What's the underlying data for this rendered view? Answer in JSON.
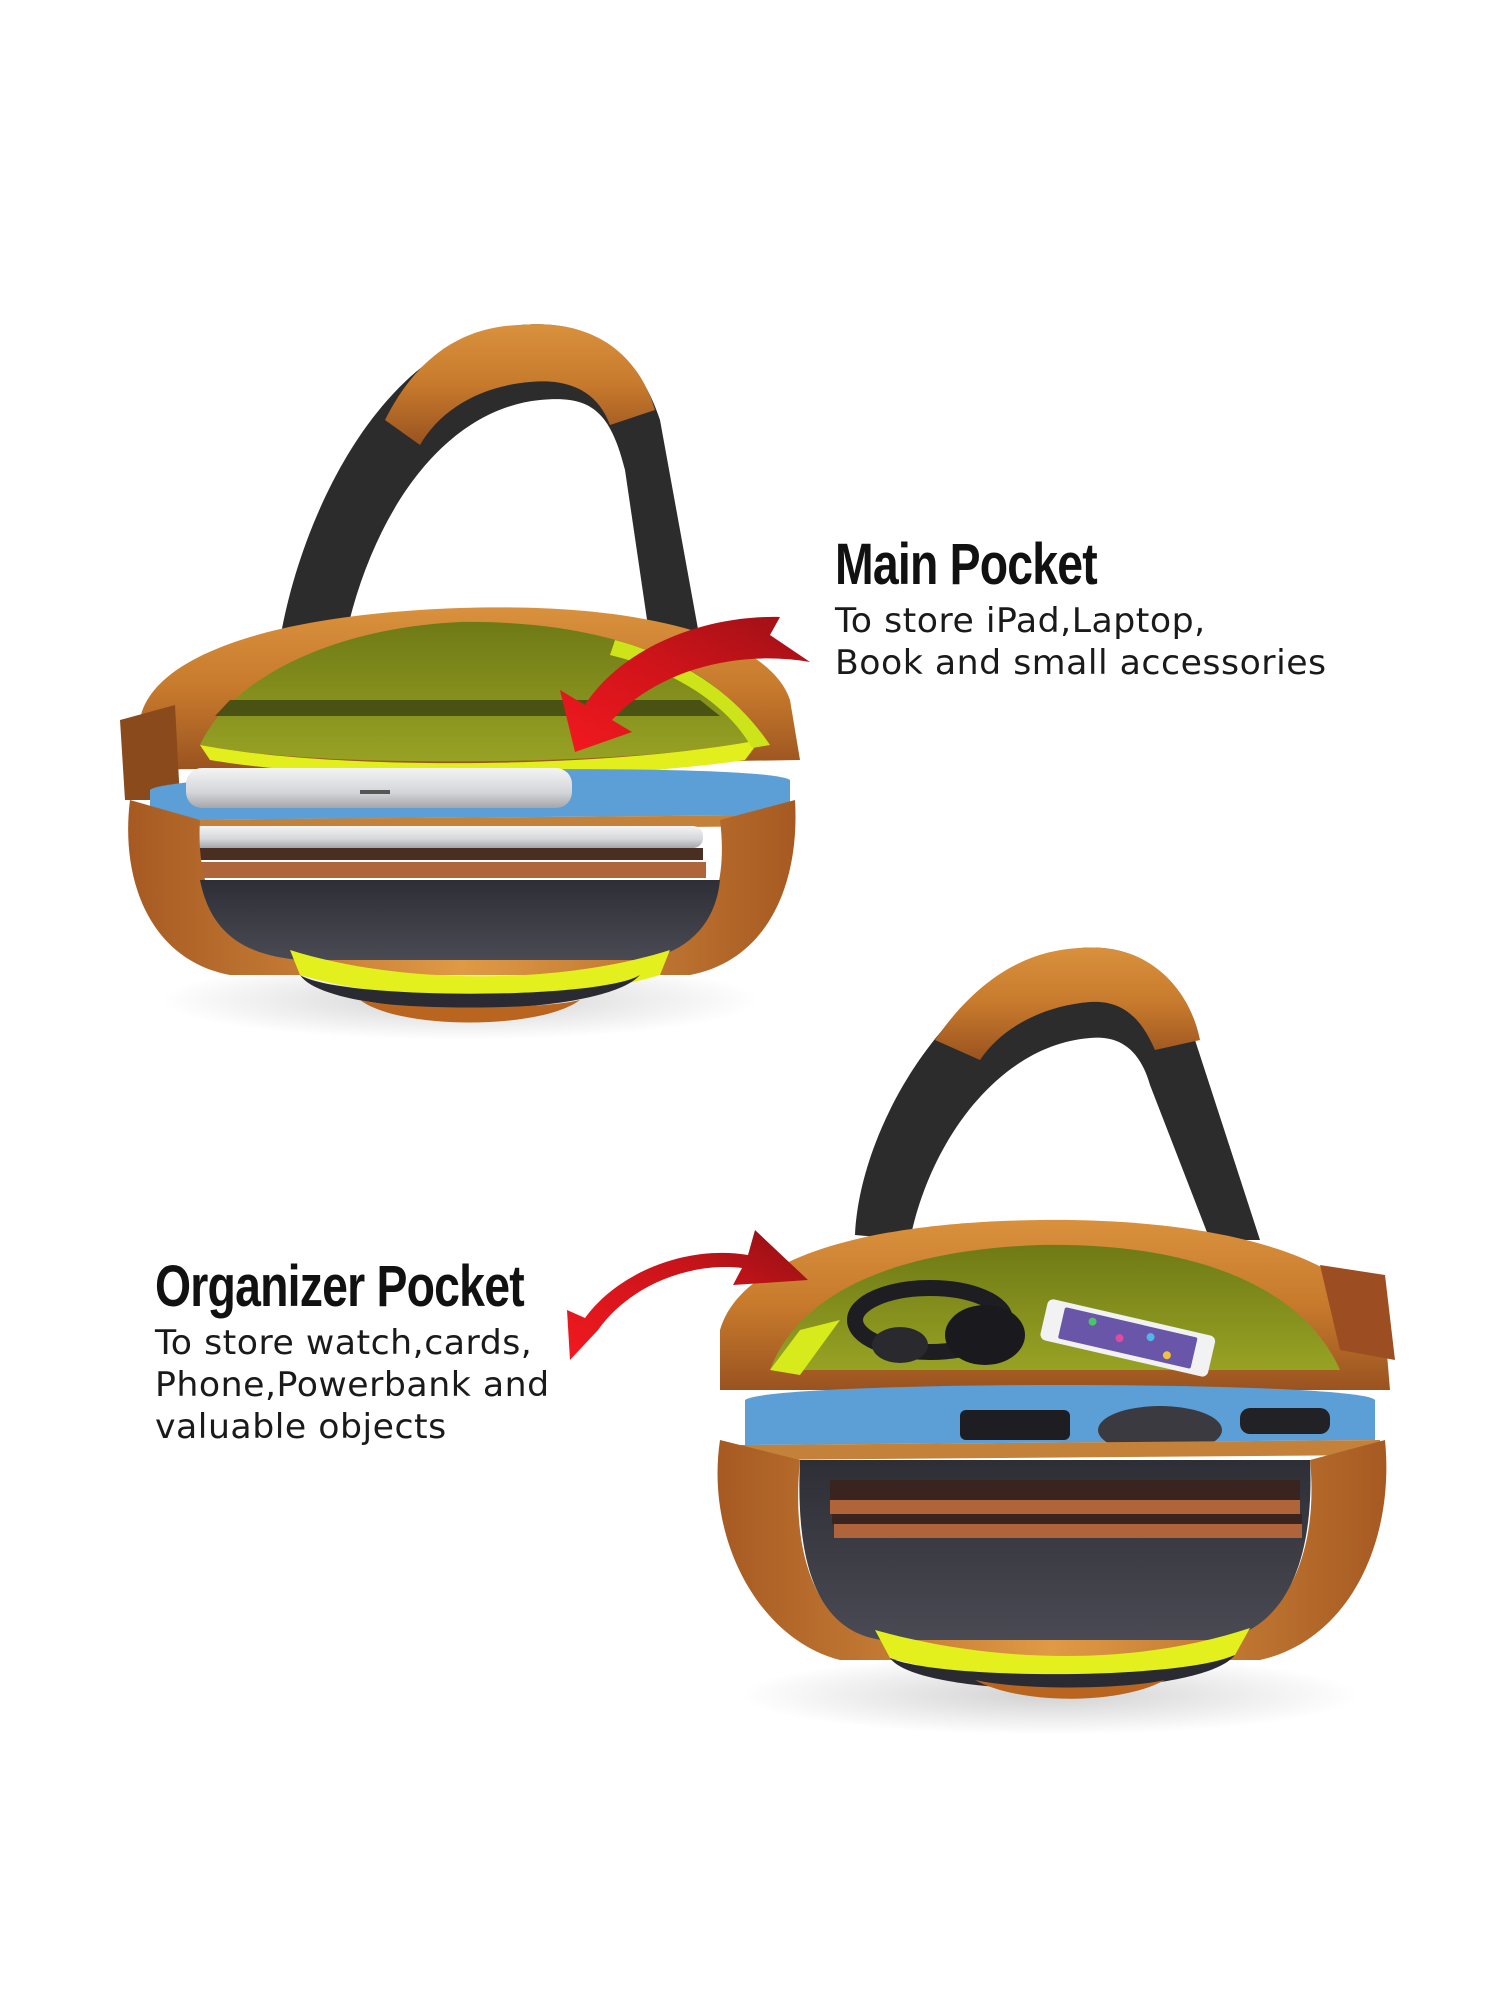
{
  "callouts": {
    "main_pocket": {
      "title": "Main Pocket",
      "lines": [
        "To store iPad,Laptop,",
        "Book and small accessories"
      ]
    },
    "organizer_pocket": {
      "title": "Organizer Pocket",
      "lines": [
        "To store watch,cards,",
        "Phone,Powerbank and",
        "valuable objects"
      ]
    }
  },
  "colors": {
    "background": "#ffffff",
    "leather_tan": "#c77a2c",
    "leather_dark": "#8a4a1c",
    "handle_black": "#2a2a2a",
    "lining_olive": "#7f8a1c",
    "lining_yellow": "#e6f01e",
    "organizer_blue": "#5b9fd6",
    "interior_grey": "#3a3a44",
    "arrow_red": "#e3161c",
    "arrow_dark_red": "#9c1016",
    "text": "#111111"
  }
}
